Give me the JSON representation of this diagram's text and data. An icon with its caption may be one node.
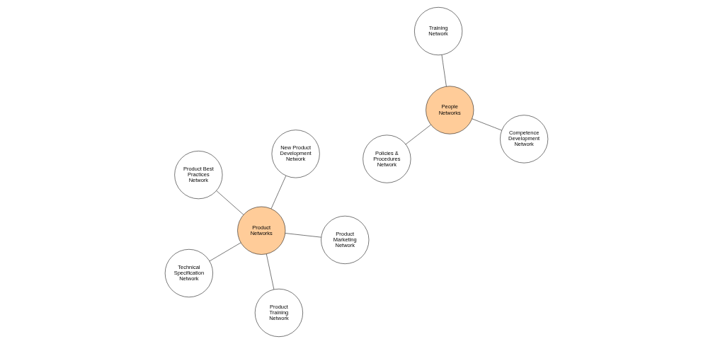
{
  "diagram": {
    "nodes": [
      {
        "text": [
          "Policies & Procedures Network"
        ]
      },
      {
        "text": [
          "Competence Development Network"
        ]
      },
      {
        "text": [
          "People Networks"
        ]
      },
      {
        "text": [
          "Training Network"
        ]
      },
      {
        "text": [
          "Product Best Practices Network"
        ]
      },
      {
        "text": [
          "Product Marketing Network"
        ]
      },
      {
        "text": [
          "Product Training Network"
        ]
      },
      {
        "text": [
          "Product Networks"
        ]
      },
      {
        "text": [
          "New Product Development Network"
        ]
      },
      {
        "text": [
          "Technical Specification Network"
        ]
      }
    ],
    "edges": [
      {
        "from": 0,
        "to": 2,
        "arrow": "none"
      },
      {
        "from": 1,
        "to": 2,
        "arrow": "none"
      },
      {
        "from": 2,
        "to": 3,
        "arrow": "none"
      },
      {
        "from": 4,
        "to": 7,
        "arrow": "none"
      },
      {
        "from": 5,
        "to": 7,
        "arrow": "none"
      },
      {
        "from": 6,
        "to": 7,
        "arrow": "none"
      },
      {
        "from": 7,
        "to": 8,
        "arrow": "none"
      },
      {
        "from": 7,
        "to": 9,
        "arrow": "none"
      }
    ]
  }
}
